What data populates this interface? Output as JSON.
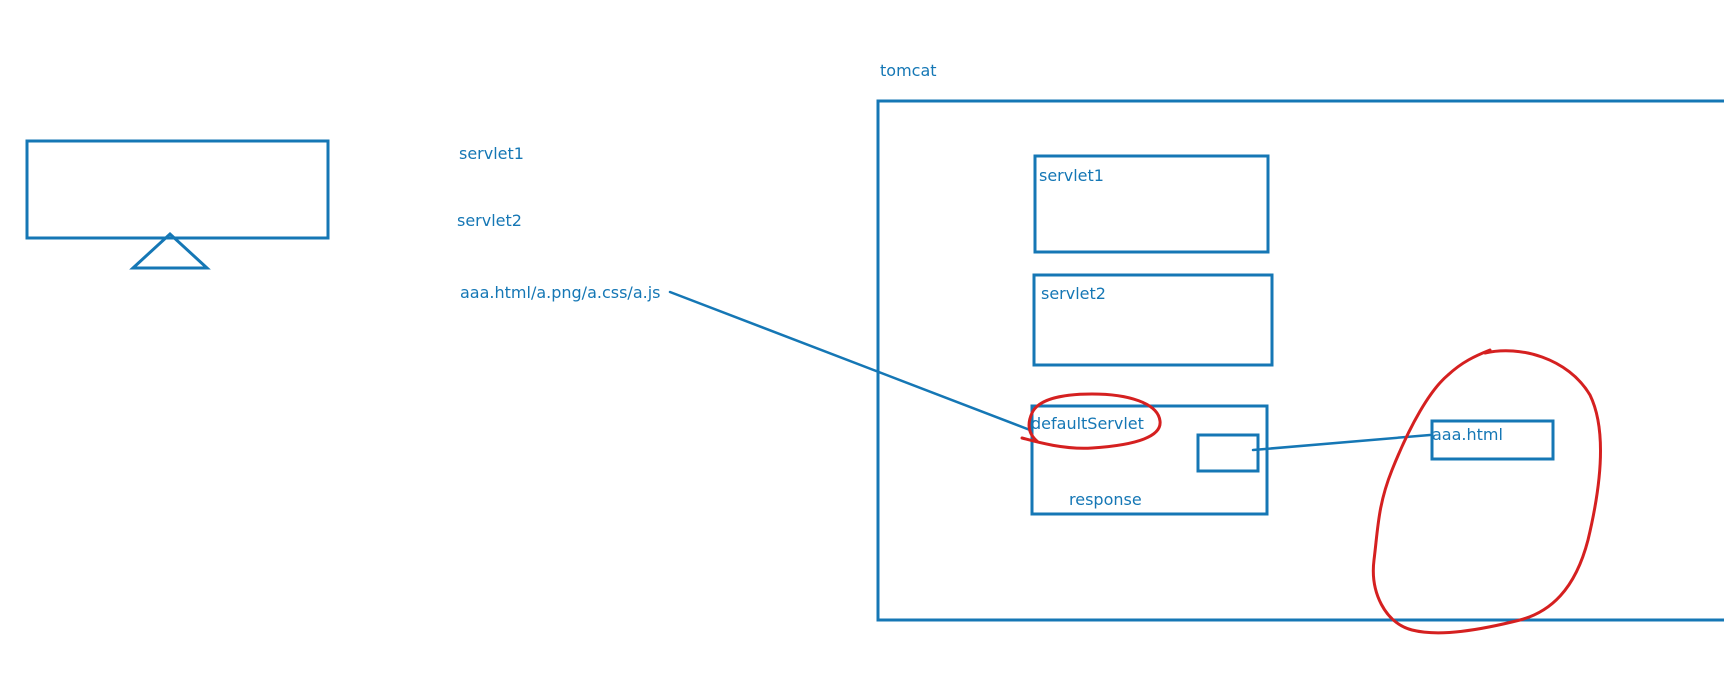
{
  "labels": {
    "left_servlet1": "servlet1",
    "left_servlet2": "servlet2",
    "static_files": "aaa.html/a.png/a.css/a.js",
    "tomcat": "tomcat",
    "box_servlet1": "servlet1",
    "box_servlet2": "servlet2",
    "default_servlet": "defaultServlet",
    "response": "response",
    "aaa_html": "aaa.html"
  },
  "colors": {
    "stroke": "#1577b5",
    "highlight": "#d52020",
    "text": "#1577b5"
  }
}
